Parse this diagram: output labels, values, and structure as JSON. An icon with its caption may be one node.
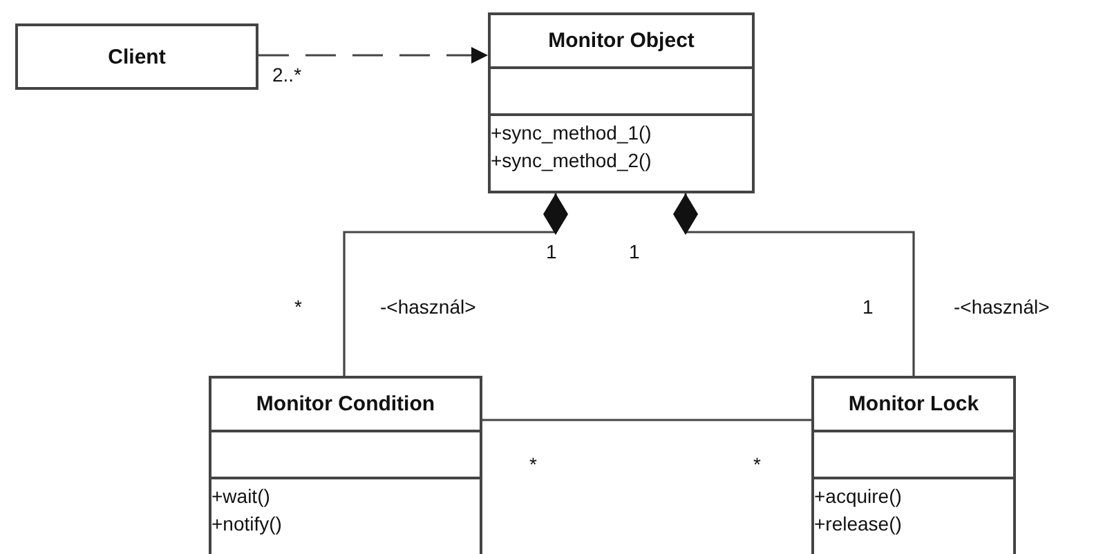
{
  "diagram": {
    "nodes": [
      {
        "text": [
          "Client"
        ]
      },
      {
        "text": [
          "Monitor Object",
          "+sync_method_1()",
          "+sync_method_2()"
        ]
      },
      {
        "text": [
          "Monitor Condition",
          "+wait()",
          "+notify()"
        ]
      },
      {
        "text": [
          "Monitor Lock",
          "+acquire()",
          "+release()"
        ]
      }
    ],
    "edges": [
      {
        "from": 0,
        "to": 1,
        "arrow": "to",
        "style": "dashed"
      },
      {
        "from": 1,
        "to": 2,
        "arrow": "other"
      },
      {
        "from": 1,
        "to": 3,
        "arrow": "other"
      },
      {
        "from": 2,
        "to": 3,
        "arrow": "none"
      }
    ],
    "labels": [
      "2..*",
      "1",
      "1",
      "*",
      "-<használ>",
      "1",
      "-<használ>",
      "*",
      "*"
    ]
  }
}
